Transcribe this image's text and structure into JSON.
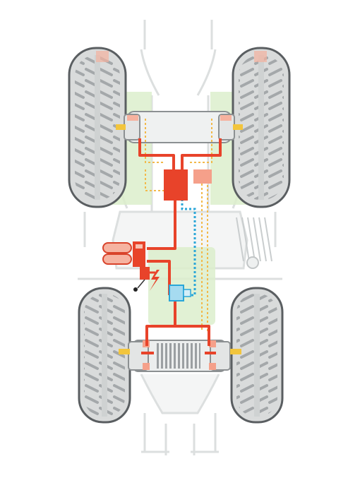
{
  "diagram": {
    "subject": "tractor",
    "view": "top",
    "colors": {
      "background": "#ffffff",
      "body_outline": "#d9dcdc",
      "body_fill": "#f0f1f1",
      "tire_fill": "#d6d8d8",
      "tire_stroke": "#5b5f62",
      "tread": "#a4a8ab",
      "axle_fill": "#eceeee",
      "axle_stroke": "#8a8e90",
      "green_zone": "#d8edc6",
      "hydraulic_red": "#e8432a",
      "pale_red": "#f5a08a",
      "dotted_yellow": "#f2b94a",
      "dotted_blue": "#2aa6d8",
      "valve_blue": "#9fd6ec",
      "hub_yellow": "#f2c53d"
    },
    "icons": [
      "front-tire-left",
      "front-tire-right",
      "rear-tire-left",
      "rear-tire-right",
      "front-axle",
      "rear-axle",
      "control-unit",
      "accumulator",
      "pressure-switch",
      "blue-valve",
      "lightning-icon"
    ]
  }
}
